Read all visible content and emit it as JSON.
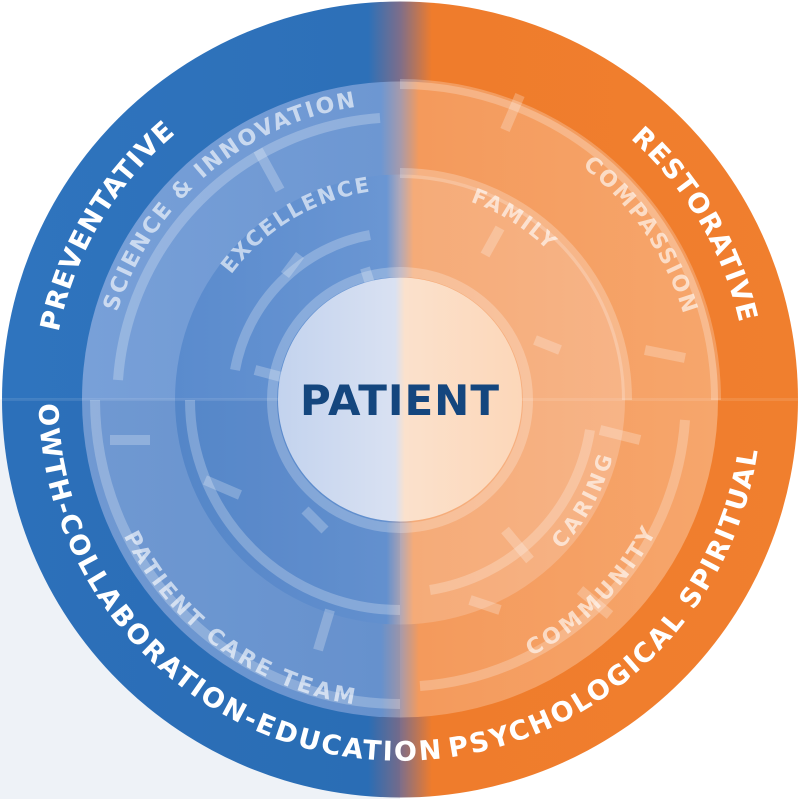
{
  "center": {
    "label": "PATIENT"
  },
  "outer_ring": {
    "top_left": "PREVENTATIVE",
    "top_right": "RESTORATIVE",
    "bottom_left": "GROWTH-COLLABORATION-EDUCATION",
    "bottom_right": "PSYCHOLOGICAL SPIRITUAL"
  },
  "middle_ring": {
    "top_left": "SCIENCE & INNOVATION",
    "top_right": "COMPASSION",
    "bottom_left": "PATIENT CARE TEAM",
    "bottom_right": "COMMUNITY"
  },
  "inner_ring": {
    "top_left": "EXCELLENCE",
    "top_right": "FAMILY",
    "bottom_right": "CARING"
  },
  "colors": {
    "blue_dark": "#2f74be",
    "blue_mid": "#6f98d2",
    "blue_light": "#93b3e0",
    "orange_dark": "#f07f2e",
    "orange_mid": "#f5a064",
    "orange_light": "#f8be91",
    "center_text": "#14467e"
  }
}
